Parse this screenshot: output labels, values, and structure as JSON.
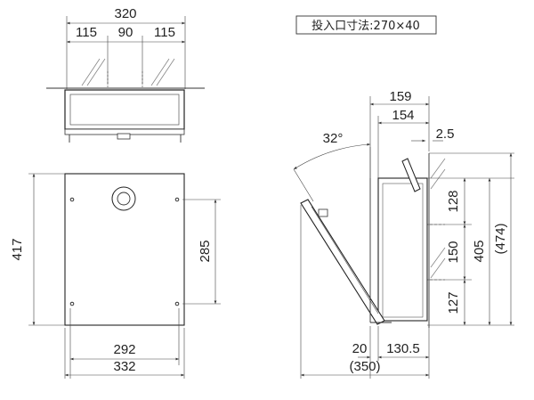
{
  "spec_box": {
    "text": "投入口寸法:270×40"
  },
  "top_view": {
    "overall_width": "320",
    "segments": [
      "115",
      "90",
      "115"
    ]
  },
  "front_view": {
    "height": "417",
    "inner_height": "285",
    "inner_width": "292",
    "outer_width": "332"
  },
  "side_view": {
    "angle": "32°",
    "top_dims": [
      "159",
      "154"
    ],
    "gap": "2.5",
    "vertical_dims": [
      "128",
      "150",
      "127"
    ],
    "total_height": "405",
    "overall_height": "(474)",
    "bottom_dims": [
      "20",
      "130.5"
    ],
    "overall_depth": "(350)"
  }
}
